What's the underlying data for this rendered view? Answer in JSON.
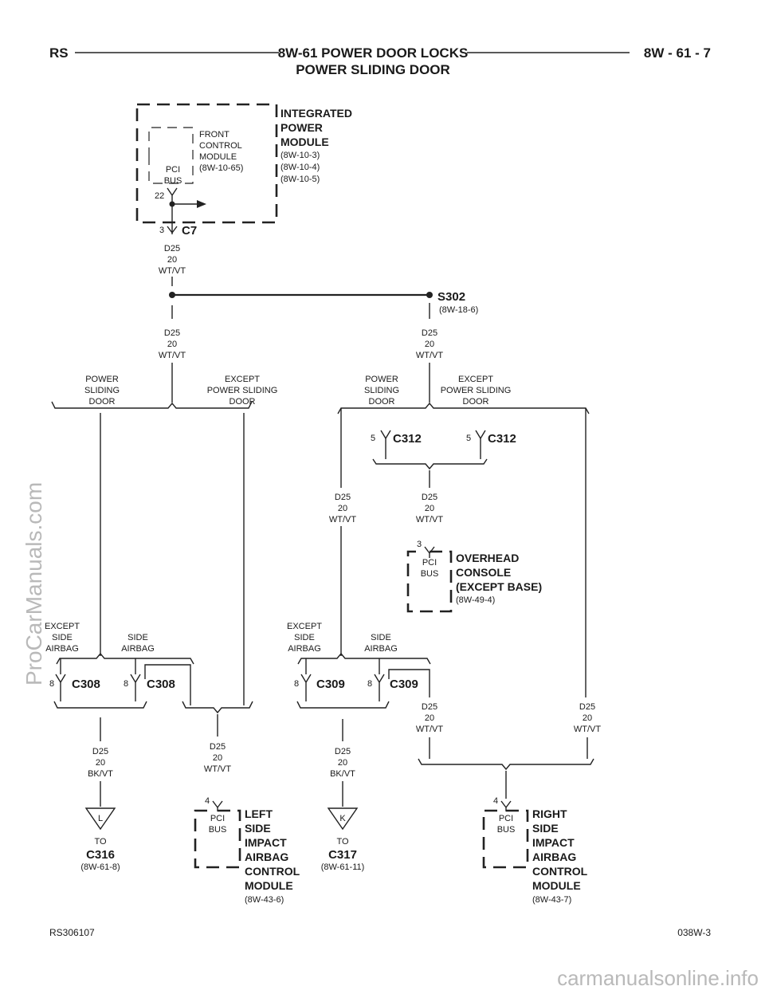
{
  "header": {
    "left": "RS",
    "title_line1": "8W-61 POWER DOOR LOCKS",
    "title_line2": "POWER SLIDING DOOR",
    "right": "8W - 61 - 7"
  },
  "footer": {
    "left": "RS306107",
    "right": "038W-3"
  },
  "watermarks": {
    "side": "ProCarManuals.com",
    "bottom": "carmanualsonline.info"
  },
  "ipm": {
    "title_lines": [
      "INTEGRATED",
      "POWER",
      "MODULE"
    ],
    "refs": [
      "(8W-10-3)",
      "(8W-10-4)",
      "(8W-10-5)"
    ],
    "fcm_lines": [
      "FRONT",
      "CONTROL",
      "MODULE",
      "(8W-10-65)"
    ],
    "pin": "22",
    "bus_lines": [
      "PCI",
      "BUS"
    ]
  },
  "c7": {
    "pin": "3",
    "name": "C7"
  },
  "wire": {
    "circuit": "D25",
    "gauge": "20",
    "color": "WT/VT",
    "color_bk": "BK/VT"
  },
  "splice": {
    "name": "S302",
    "ref": "(8W-18-6)"
  },
  "options": {
    "power_sliding_lines": [
      "POWER",
      "SLIDING",
      "DOOR"
    ],
    "except_psd_lines": [
      "EXCEPT",
      "POWER SLIDING",
      "DOOR"
    ],
    "except_airbag_lines": [
      "EXCEPT",
      "SIDE",
      "AIRBAG"
    ],
    "side_airbag_lines": [
      "SIDE",
      "AIRBAG"
    ]
  },
  "c312": {
    "pin": "5",
    "name": "C312"
  },
  "c308": {
    "pin": "8",
    "name": "C308"
  },
  "c309": {
    "pin": "8",
    "name": "C309"
  },
  "overhead": {
    "title_lines": [
      "OVERHEAD",
      "CONSOLE",
      "(EXCEPT BASE)"
    ],
    "ref": "(8W-49-4)",
    "pin": "3"
  },
  "left_sab": {
    "title_lines": [
      "LEFT",
      "SIDE",
      "IMPACT",
      "AIRBAG",
      "CONTROL",
      "MODULE"
    ],
    "ref": "(8W-43-6)",
    "pin": "4"
  },
  "right_sab": {
    "title_lines": [
      "RIGHT",
      "SIDE",
      "IMPACT",
      "AIRBAG",
      "CONTROL",
      "MODULE"
    ],
    "ref": "(8W-43-7)",
    "pin": "4"
  },
  "to_c316": {
    "letter": "L",
    "to": "TO",
    "name": "C316",
    "ref": "(8W-61-8)"
  },
  "to_c317": {
    "letter": "K",
    "to": "TO",
    "name": "C317",
    "ref": "(8W-61-11)"
  }
}
